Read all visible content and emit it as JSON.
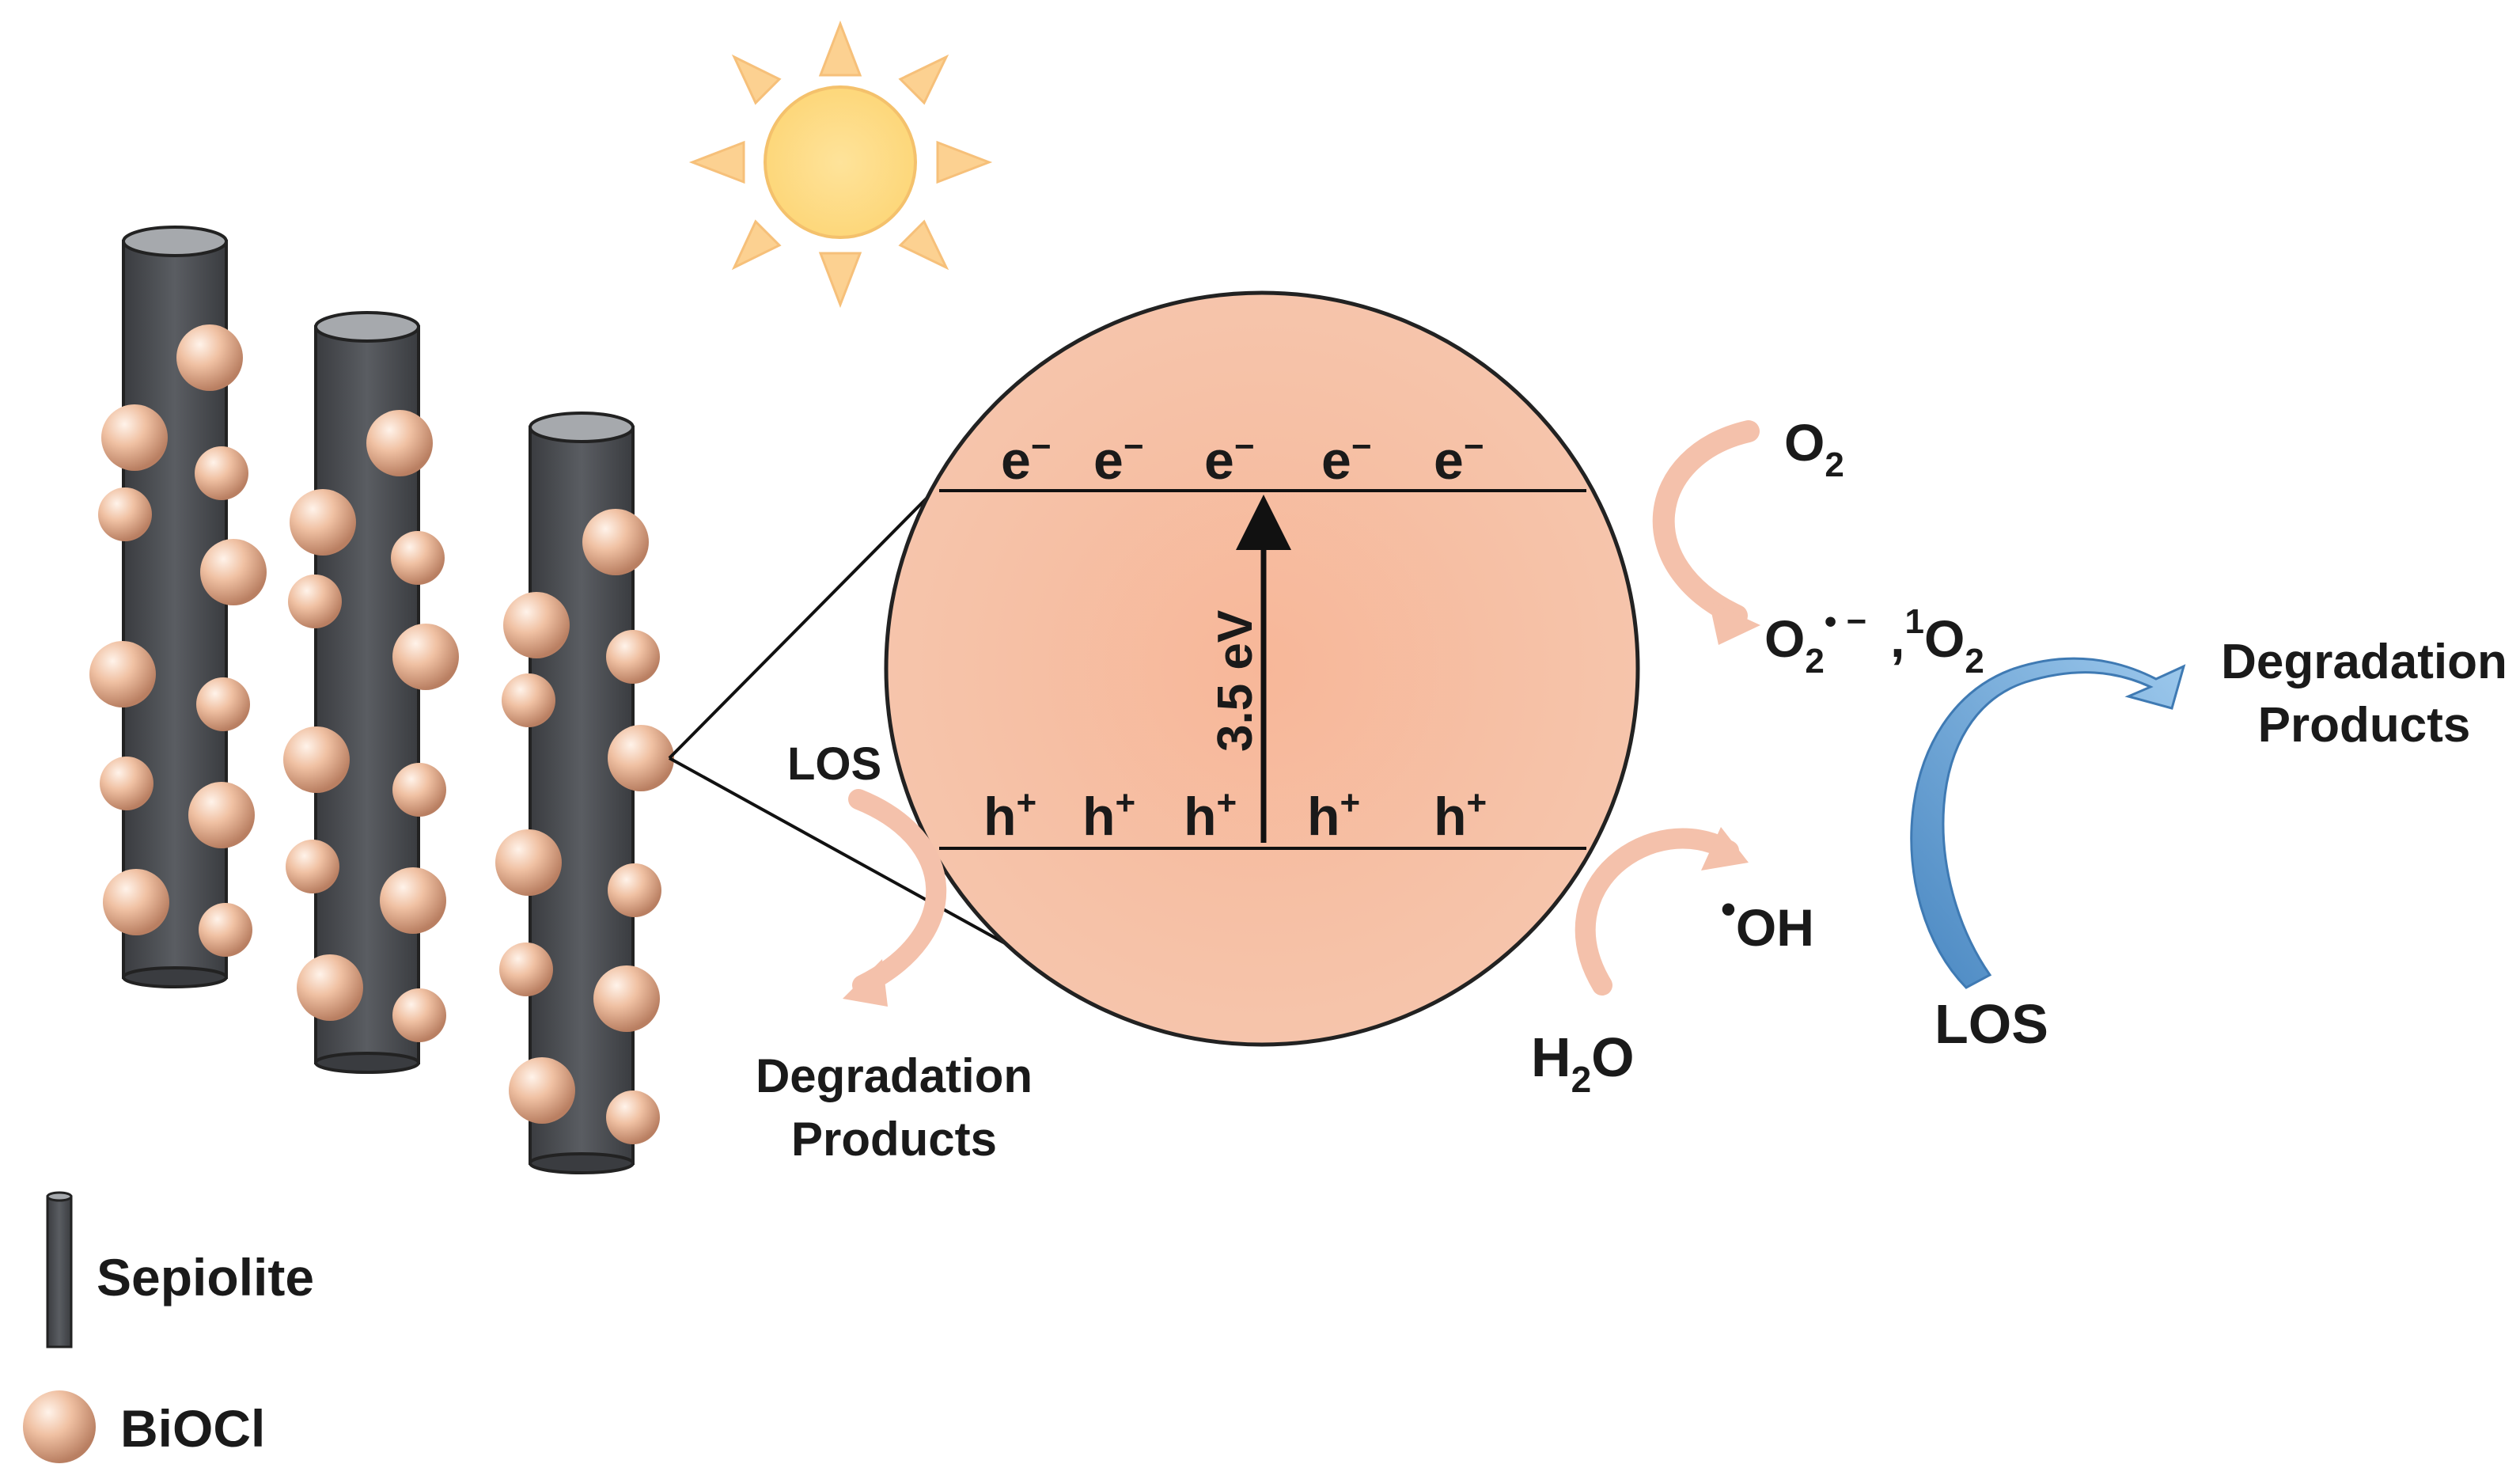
{
  "labels": {
    "electron": "e",
    "electron_charge": "−",
    "hole": "h",
    "hole_charge": "+",
    "band_gap": "3.5 eV",
    "o2_base": "O",
    "o2_sub": "2",
    "superoxide_base": "O",
    "superoxide_sub": "2",
    "superoxide_sup": "• −",
    "separator": ",",
    "singlet_sup": "1",
    "singlet_base": "O",
    "singlet_sub": "2",
    "hydroxyl_dot": "•",
    "hydroxyl": "OH",
    "water_base": "H",
    "water_sub": "2",
    "water_o": "O",
    "los_left": "LOS",
    "los_right": "LOS",
    "degradation_left_line1": "Degradation",
    "degradation_left_line2": "Products",
    "degradation_right_line1": "Degradation",
    "degradation_right_line2": "Products"
  },
  "legend": {
    "sepiolite": "Sepiolite",
    "bioci": "BiOCl"
  },
  "colors": {
    "rod": "#4a4d52",
    "rod_top": "#a6a9ad",
    "particle": "#e8b89a",
    "circle_fill": "#f8c4a8",
    "sun": "#fddc82",
    "sun_rays": "#fcd191",
    "salmon_arrow": "#f4c1ab",
    "blue_arrow": "#6aa6d6"
  },
  "icons": [
    "sun-icon",
    "sepiolite-rod-icon",
    "bioci-particle-icon",
    "band-diagram-circle"
  ]
}
